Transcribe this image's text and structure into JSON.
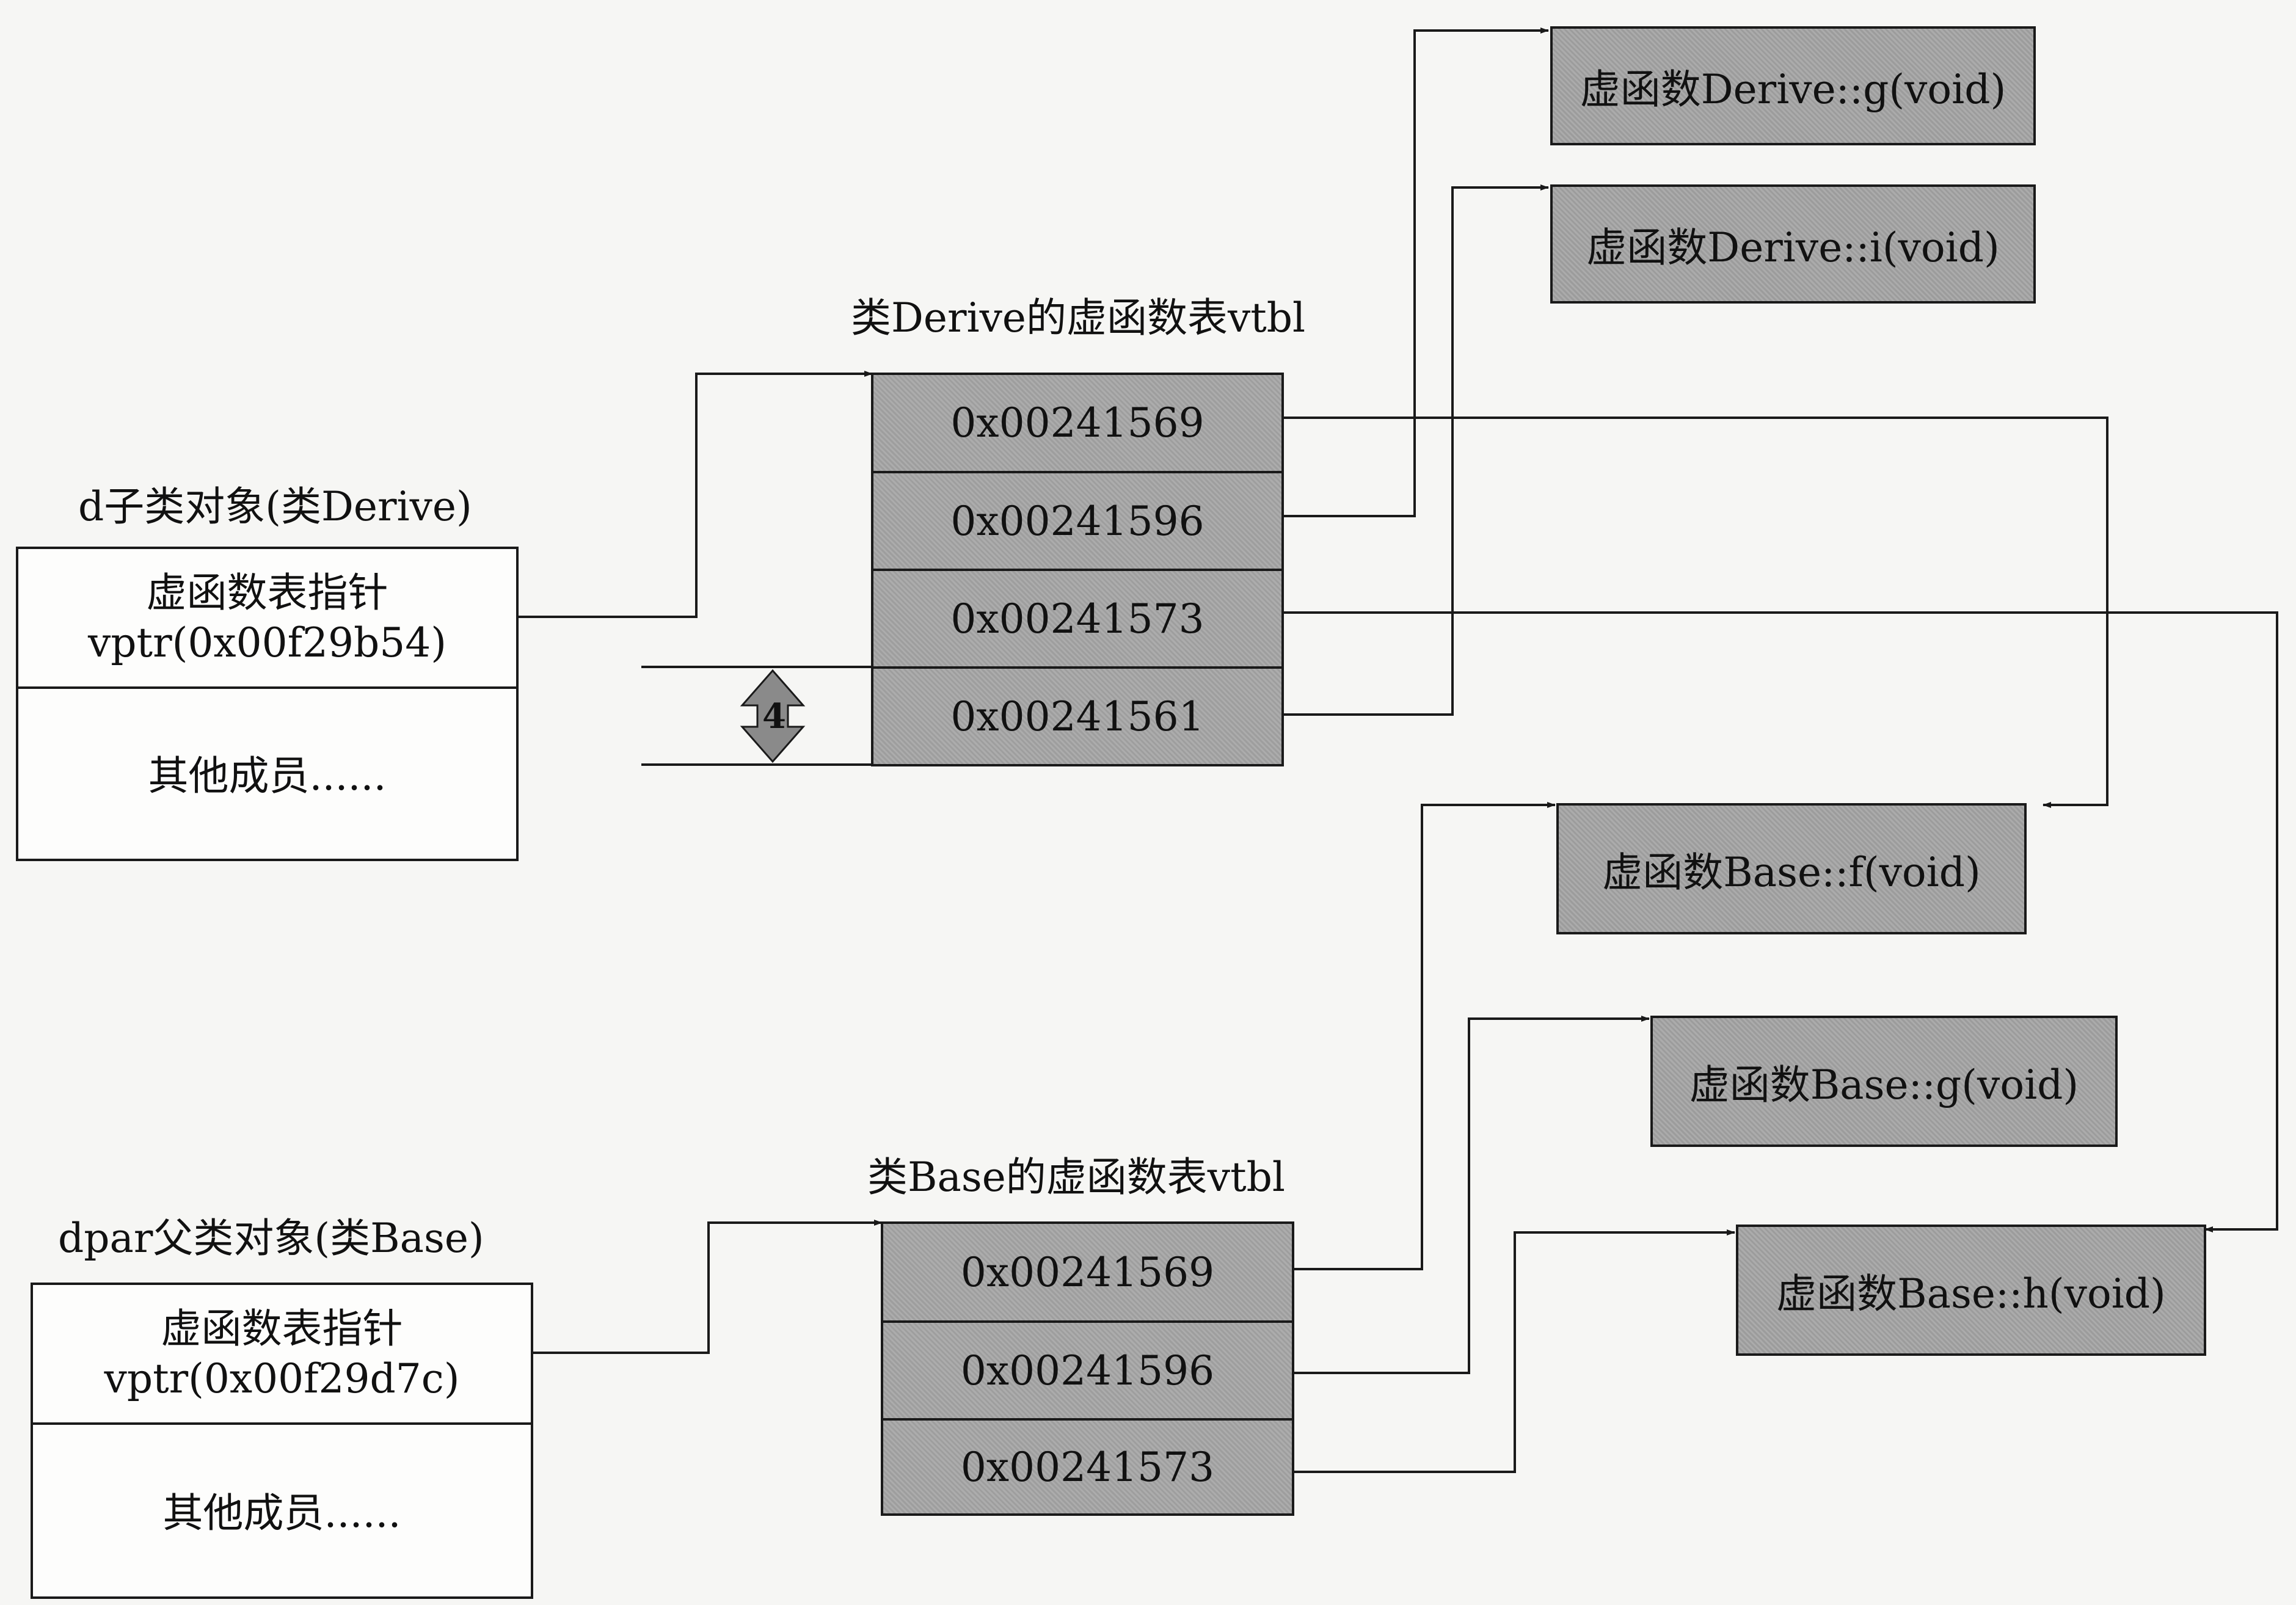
{
  "derive_object": {
    "caption": "d子类对象(类Derive)",
    "vptr_title": "虚函数表指针",
    "vptr_value": "vptr(0x00f29b54)",
    "members": "其他成员......"
  },
  "base_object": {
    "caption": "dpar父类对象(类Base)",
    "vptr_title": "虚函数表指针",
    "vptr_value": "vptr(0x00f29d7c)",
    "members": "其他成员......"
  },
  "derive_vtbl": {
    "caption": "类Derive的虚函数表vtbl",
    "entries": [
      "0x00241569",
      "0x00241596",
      "0x00241573",
      "0x00241561"
    ]
  },
  "base_vtbl": {
    "caption": "类Base的虚函数表vtbl",
    "entries": [
      "0x00241569",
      "0x00241596",
      "0x00241573"
    ]
  },
  "entry_size_label": "4",
  "functions": {
    "derive_g": "虚函数Derive::g(void)",
    "derive_i": "虚函数Derive::i(void)",
    "base_f": "虚函数Base::f(void)",
    "base_g": "虚函数Base::g(void)",
    "base_h": "虚函数Base::h(void)"
  },
  "colors": {
    "line": "#1a1a1a",
    "cell_fill": "#a4a4a4",
    "box_fill": "#fdfdfc",
    "background": "#f6f6f4"
  }
}
